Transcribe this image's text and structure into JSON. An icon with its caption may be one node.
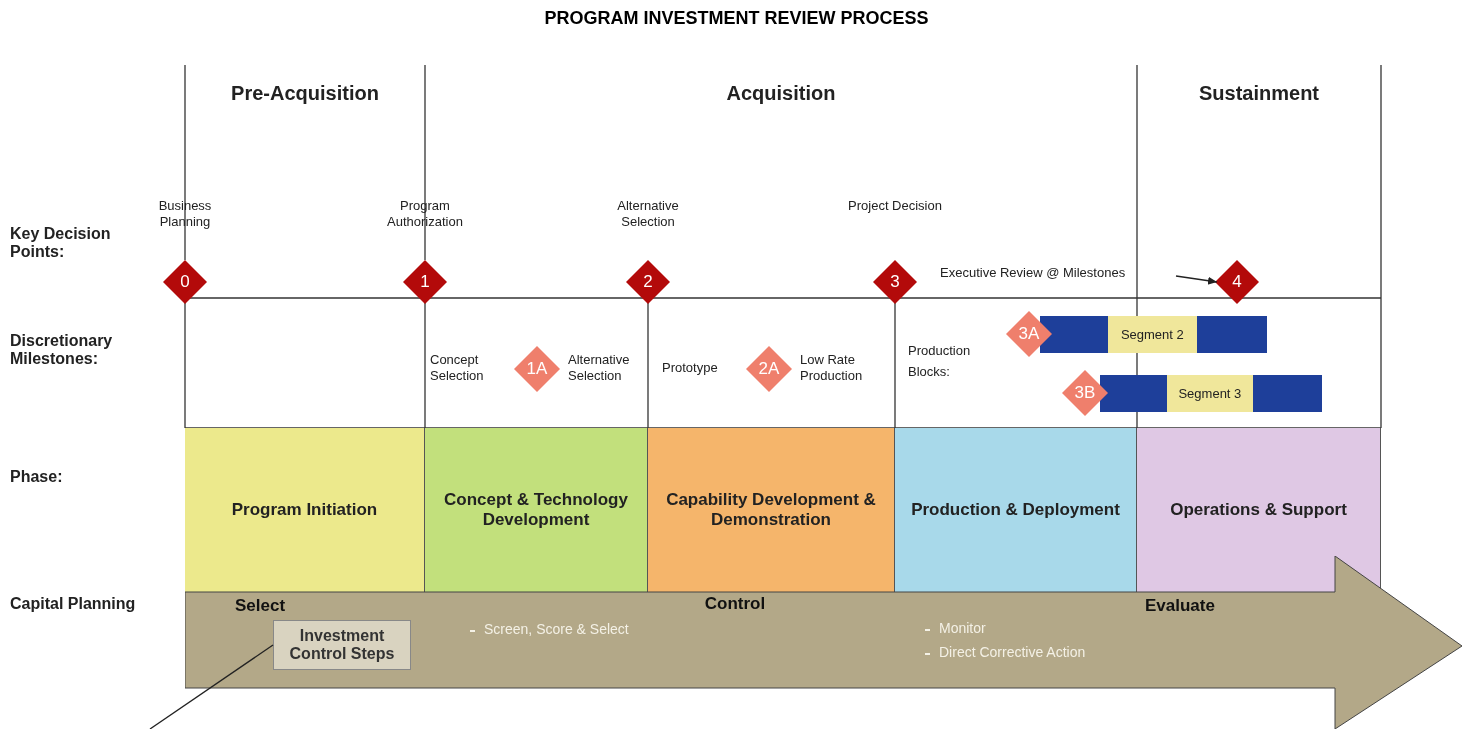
{
  "diagram": {
    "title": "PROGRAM INVESTMENT REVIEW PROCESS",
    "nodes": [
      {
        "text": [
          "0"
        ],
        "beside": [
          "Business Planning"
        ]
      },
      {
        "text": [
          "1"
        ],
        "beside": [
          "Program Authorization"
        ]
      },
      {
        "text": [
          "2"
        ],
        "beside": [
          "Alternative Selection"
        ]
      },
      {
        "text": [
          "3"
        ],
        "beside": [
          "Project Decision"
        ]
      },
      {
        "text": [
          "Executive Review @ Milestones"
        ]
      },
      {
        "text": [
          "4"
        ]
      },
      {
        "text": [
          "1A"
        ],
        "beside": [
          "Concept Selection",
          "Alternative Selection"
        ]
      },
      {
        "text": [
          "2A"
        ],
        "beside": [
          "Prototype",
          "Low Rate Production"
        ]
      },
      {
        "text": [
          "Segment 2"
        ]
      },
      {
        "text": [
          "3A"
        ]
      },
      {
        "text": [
          "Segment 3"
        ]
      },
      {
        "text": [
          "3B"
        ]
      },
      {
        "text": [
          "Program Initiation"
        ]
      },
      {
        "text": [
          "Concept & Technology Development"
        ]
      },
      {
        "text": [
          "Capability Development & Demonstration"
        ]
      },
      {
        "text": [
          "Production & Deployment"
        ]
      },
      {
        "text": [
          "Operations & Support"
        ]
      },
      {
        "text": [
          "Select",
          "Control",
          "Evaluate",
          "Screen, Score & Select",
          "Monitor",
          "Direct Corrective Action"
        ]
      },
      {
        "text": [
          "Investment Control Steps"
        ],
        "in": 17
      }
    ],
    "edges": [
      {
        "from": 4,
        "to": 5,
        "arrow": "to"
      },
      {
        "from": 18,
        "to": null,
        "arrow": "none"
      }
    ],
    "labels": [
      "Pre-Acquisition",
      "Acquisition",
      "Sustainment",
      "Key Decision Points:",
      "Discretionary Milestones:",
      "Production Blocks:",
      "Phase:",
      "Capital Planning"
    ]
  }
}
